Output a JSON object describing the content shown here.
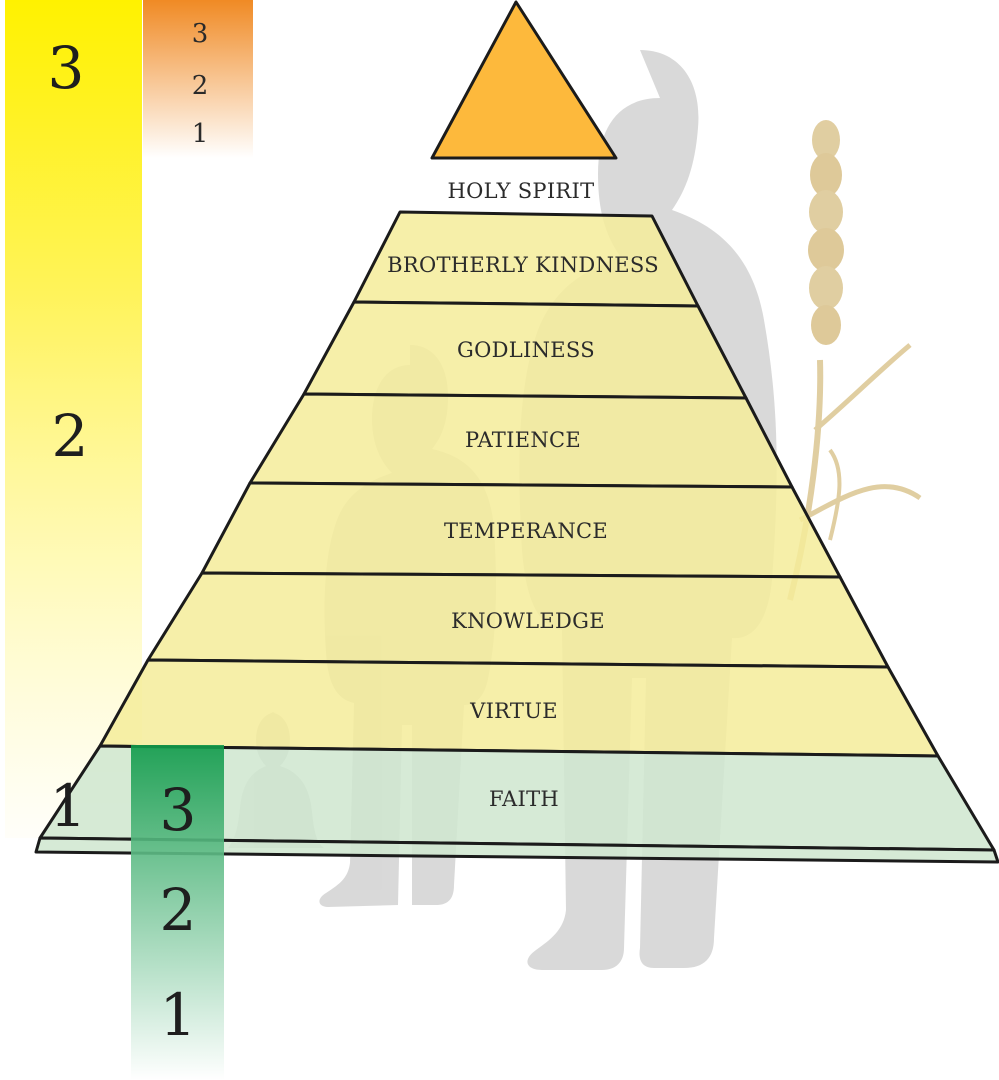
{
  "apex": {
    "label": "HOLY SPIRIT"
  },
  "tiers": [
    {
      "label": "BROTHERLY KINDNESS"
    },
    {
      "label": "GODLINESS"
    },
    {
      "label": "PATIENCE"
    },
    {
      "label": "TEMPERANCE"
    },
    {
      "label": "KNOWLEDGE"
    },
    {
      "label": "VIRTUE"
    },
    {
      "label": "FAITH"
    }
  ],
  "yellow_scale": {
    "numbers": [
      "3",
      "2",
      "1"
    ],
    "color": "#fff200"
  },
  "orange_scale": {
    "numbers": [
      "3",
      "2",
      "1"
    ],
    "color": "#f08a24"
  },
  "green_scale": {
    "numbers": [
      "3",
      "2",
      "1"
    ],
    "color": "#0f9a4a"
  },
  "colors": {
    "apex": "#fdb93c",
    "tier_fill": "#f4ec9a",
    "base_fill": "#cfe6cf",
    "silhouette": "#9a9a9a",
    "wheat": "#d9c28a"
  }
}
